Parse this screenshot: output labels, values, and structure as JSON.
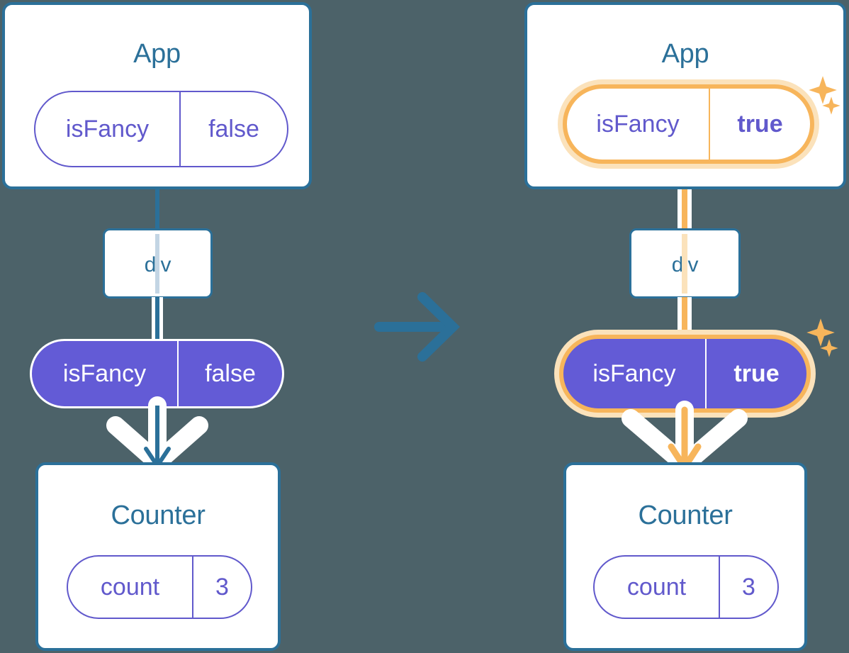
{
  "meta": {
    "background_color": "#4c6269",
    "blue": "#2b7099",
    "purple": "#6159cc",
    "purple_fill": "#635bd6",
    "orange": "#f7b55b",
    "orange_glow": "#fbe2bb",
    "white": "#ffffff"
  },
  "transition_arrow": {
    "icon": "arrow-right-icon",
    "color": "#2b7099"
  },
  "before": {
    "app": {
      "title": "App",
      "state_pill": {
        "key": "isFancy",
        "value": "false",
        "highlighted": false
      }
    },
    "div": {
      "label": "div"
    },
    "prop_pill": {
      "key": "isFancy",
      "value": "false",
      "highlighted": false
    },
    "counter": {
      "title": "Counter",
      "state_pill": {
        "key": "count",
        "value": "3",
        "highlighted": false
      }
    },
    "connector_color": "#2b7099",
    "sparkles": false
  },
  "after": {
    "app": {
      "title": "App",
      "state_pill": {
        "key": "isFancy",
        "value": "true",
        "highlighted": true
      }
    },
    "div": {
      "label": "div"
    },
    "prop_pill": {
      "key": "isFancy",
      "value": "true",
      "highlighted": true
    },
    "counter": {
      "title": "Counter",
      "state_pill": {
        "key": "count",
        "value": "3",
        "highlighted": false
      }
    },
    "connector_color": "#f7b55b",
    "sparkles": true
  }
}
